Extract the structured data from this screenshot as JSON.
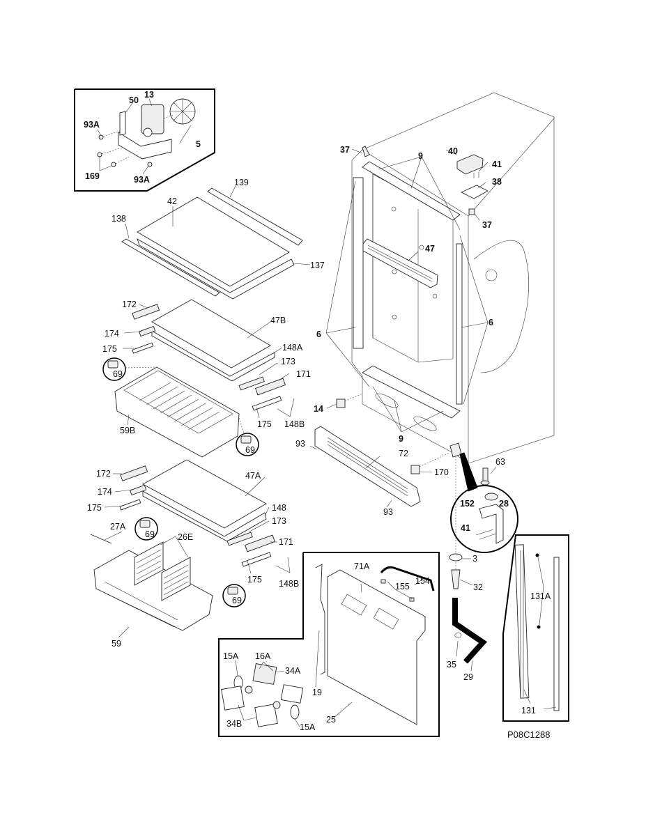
{
  "diagram": {
    "title": "Refrigerator cabinet and shelf exploded parts diagram",
    "drawing_number": "P08C1288",
    "callouts": {
      "fan_inset": [
        "13",
        "50",
        "93A",
        "5",
        "169",
        "93A"
      ],
      "top_shelf": [
        "42",
        "139",
        "138",
        "137"
      ],
      "crisper_shelf_upper": [
        "172",
        "174",
        "175",
        "47B",
        "148A",
        "173",
        "171",
        "175",
        "148B",
        "69",
        "59B",
        "69"
      ],
      "crisper_shelf_lower": [
        "172",
        "174",
        "175",
        "47A",
        "148",
        "173",
        "171",
        "175",
        "148B",
        "27A",
        "69",
        "26E",
        "69",
        "59"
      ],
      "cabinet": [
        "37",
        "9",
        "40",
        "41",
        "38",
        "37",
        "47",
        "6",
        "6",
        "14",
        "9",
        "93",
        "72",
        "170",
        "93",
        "63"
      ],
      "hinge_inset": [
        "152",
        "28",
        "41"
      ],
      "drain": [
        "3",
        "32",
        "35",
        "29"
      ],
      "light_inset": [
        "71A",
        "154",
        "155",
        "15A",
        "16A",
        "34A",
        "19",
        "34B",
        "15A",
        "25"
      ],
      "rail_inset": [
        "131A",
        "131"
      ]
    }
  }
}
